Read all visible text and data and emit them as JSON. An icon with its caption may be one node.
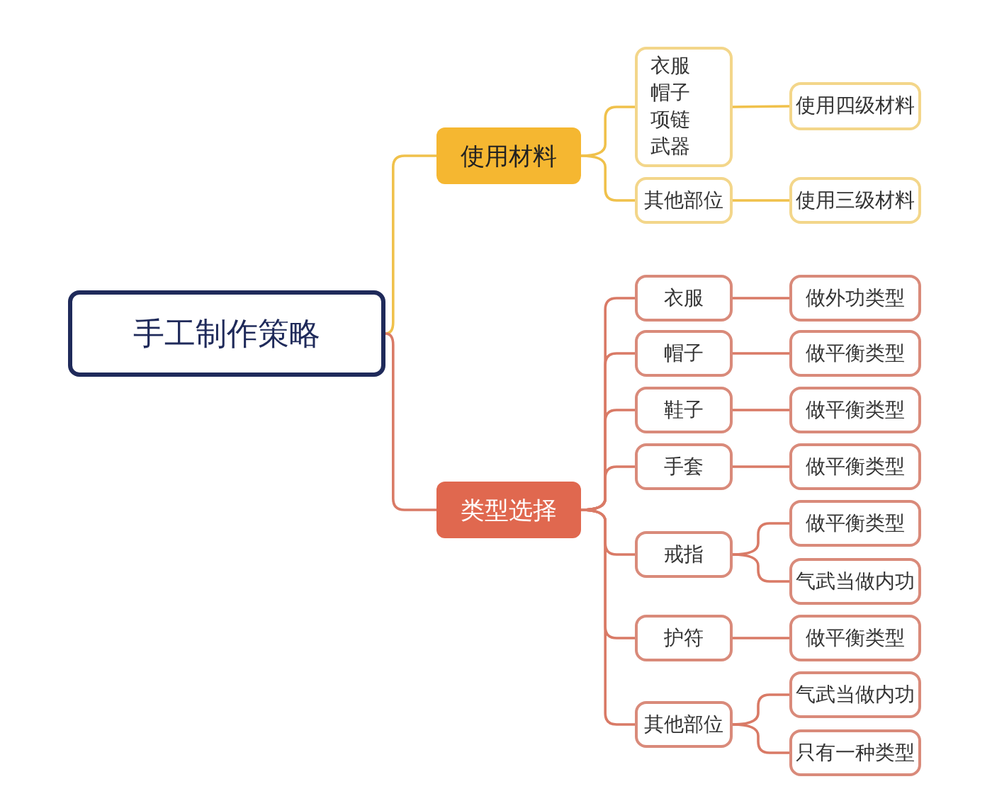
{
  "diagram": {
    "nodes": [
      {
        "text": [
          "手工制作策略"
        ]
      },
      {
        "text": [
          "使用材料"
        ]
      },
      {
        "text": [
          "衣服帽子项链武器"
        ]
      },
      {
        "text": [
          "使用四级材料"
        ]
      },
      {
        "text": [
          "其他部位"
        ]
      },
      {
        "text": [
          "使用三级材料"
        ]
      },
      {
        "text": [
          "类型选择"
        ]
      },
      {
        "text": [
          "衣服"
        ]
      },
      {
        "text": [
          "做外功类型"
        ]
      },
      {
        "text": [
          "帽子"
        ]
      },
      {
        "text": [
          "做平衡类型"
        ]
      },
      {
        "text": [
          "鞋子"
        ]
      },
      {
        "text": [
          "做平衡类型"
        ]
      },
      {
        "text": [
          "手套"
        ]
      },
      {
        "text": [
          "做平衡类型"
        ]
      },
      {
        "text": [
          "戒指"
        ]
      },
      {
        "text": [
          "做平衡类型"
        ]
      },
      {
        "text": [
          "气武当做内功"
        ]
      },
      {
        "text": [
          "护符"
        ]
      },
      {
        "text": [
          "做平衡类型"
        ]
      },
      {
        "text": [
          "其他部位"
        ]
      },
      {
        "text": [
          "气武当做内功"
        ]
      },
      {
        "text": [
          "只有一种类型"
        ]
      }
    ],
    "edges": [
      {
        "from": 0,
        "to": 1,
        "arrow": "none",
        "color": "#f0c14b"
      },
      {
        "from": 0,
        "to": 6,
        "arrow": "none"
      },
      {
        "from": 1,
        "to": 2,
        "arrow": "none",
        "color": "#f0c14b"
      },
      {
        "from": 1,
        "to": 4,
        "arrow": "none",
        "color": "#f0c14b"
      },
      {
        "from": 2,
        "to": 3,
        "arrow": "none",
        "color": "#f0c14b"
      },
      {
        "from": 4,
        "to": 5,
        "arrow": "none",
        "color": "#f0c14b"
      },
      {
        "from": 6,
        "to": 7,
        "arrow": "none"
      },
      {
        "from": 6,
        "to": 9,
        "arrow": "none"
      },
      {
        "from": 6,
        "to": 11,
        "arrow": "none"
      },
      {
        "from": 6,
        "to": 13,
        "arrow": "none"
      },
      {
        "from": 6,
        "to": 15,
        "arrow": "none"
      },
      {
        "from": 6,
        "to": 18,
        "arrow": "none"
      },
      {
        "from": 6,
        "to": 20,
        "arrow": "none"
      },
      {
        "from": 7,
        "to": 8,
        "arrow": "none"
      },
      {
        "from": 9,
        "to": 10,
        "arrow": "none"
      },
      {
        "from": 11,
        "to": 12,
        "arrow": "none"
      },
      {
        "from": 13,
        "to": 14,
        "arrow": "none"
      },
      {
        "from": 15,
        "to": 16,
        "arrow": "none"
      },
      {
        "from": 15,
        "to": 17,
        "arrow": "none"
      },
      {
        "from": 18,
        "to": 19,
        "arrow": "none"
      },
      {
        "from": 20,
        "to": 21,
        "arrow": "none"
      },
      {
        "from": 20,
        "to": 22,
        "arrow": "none"
      }
    ]
  }
}
